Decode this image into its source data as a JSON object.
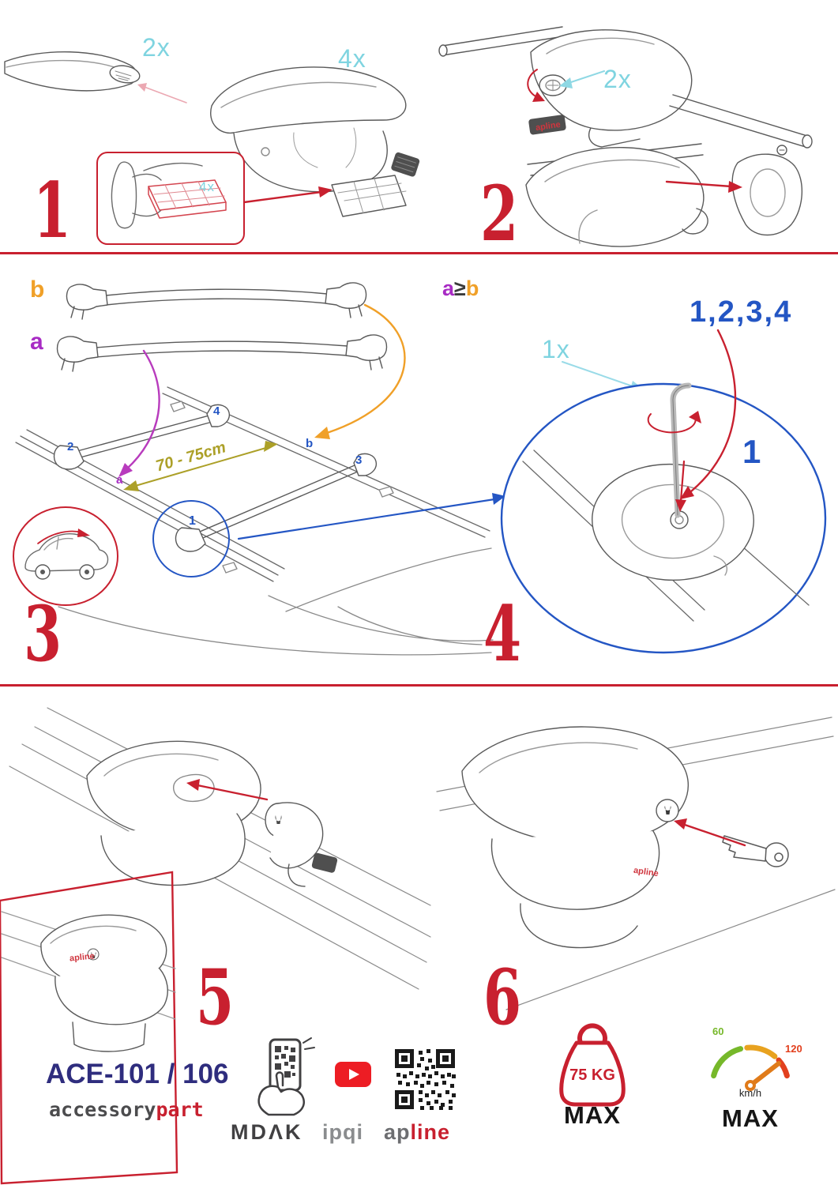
{
  "colors": {
    "accent_red": "#c8202f",
    "cyan": "#7fd4e0",
    "blue": "#2456c4",
    "purple": "#a82bc4",
    "orange": "#f0a028",
    "olive": "#aca028",
    "navy": "#2f2d7e",
    "gray": "#58595b",
    "green": "#76b82a",
    "speed_red": "#e2401e"
  },
  "steps": {
    "s1": {
      "number": "1",
      "bar_qty": "2x",
      "foot_qty": "4x",
      "pad_qty": "4x"
    },
    "s2": {
      "number": "2",
      "knob_qty": "2x"
    },
    "s3": {
      "number": "3",
      "bar_b": "b",
      "bar_a": "a",
      "rule_a": "a",
      "rule_op": "≥",
      "rule_b": "b",
      "distance": "70 - 75cm",
      "roof_pos_4": "4",
      "roof_pos_2": "2",
      "roof_pos_b": "b",
      "roof_pos_3": "3",
      "roof_pos_a": "a",
      "roof_pos_1": "1"
    },
    "s4": {
      "number": "4",
      "key_qty": "1x",
      "sequence": "1,2,3,4",
      "first": "1"
    },
    "s5": {
      "number": "5"
    },
    "s6": {
      "number": "6"
    }
  },
  "logos": {
    "apline_small": "apline"
  },
  "footer": {
    "model": "ACE-101 / 106",
    "brand_gray": "accessory",
    "brand_red": "part",
    "partner_1": "MDΛK",
    "partner_2": "ipqi",
    "apline_gray": "ap",
    "apline_red": "line",
    "load_value": "75 KG",
    "load_max": "MAX",
    "speed_low": "60",
    "speed_high": "120",
    "speed_unit": "km/h",
    "speed_max": "MAX"
  }
}
